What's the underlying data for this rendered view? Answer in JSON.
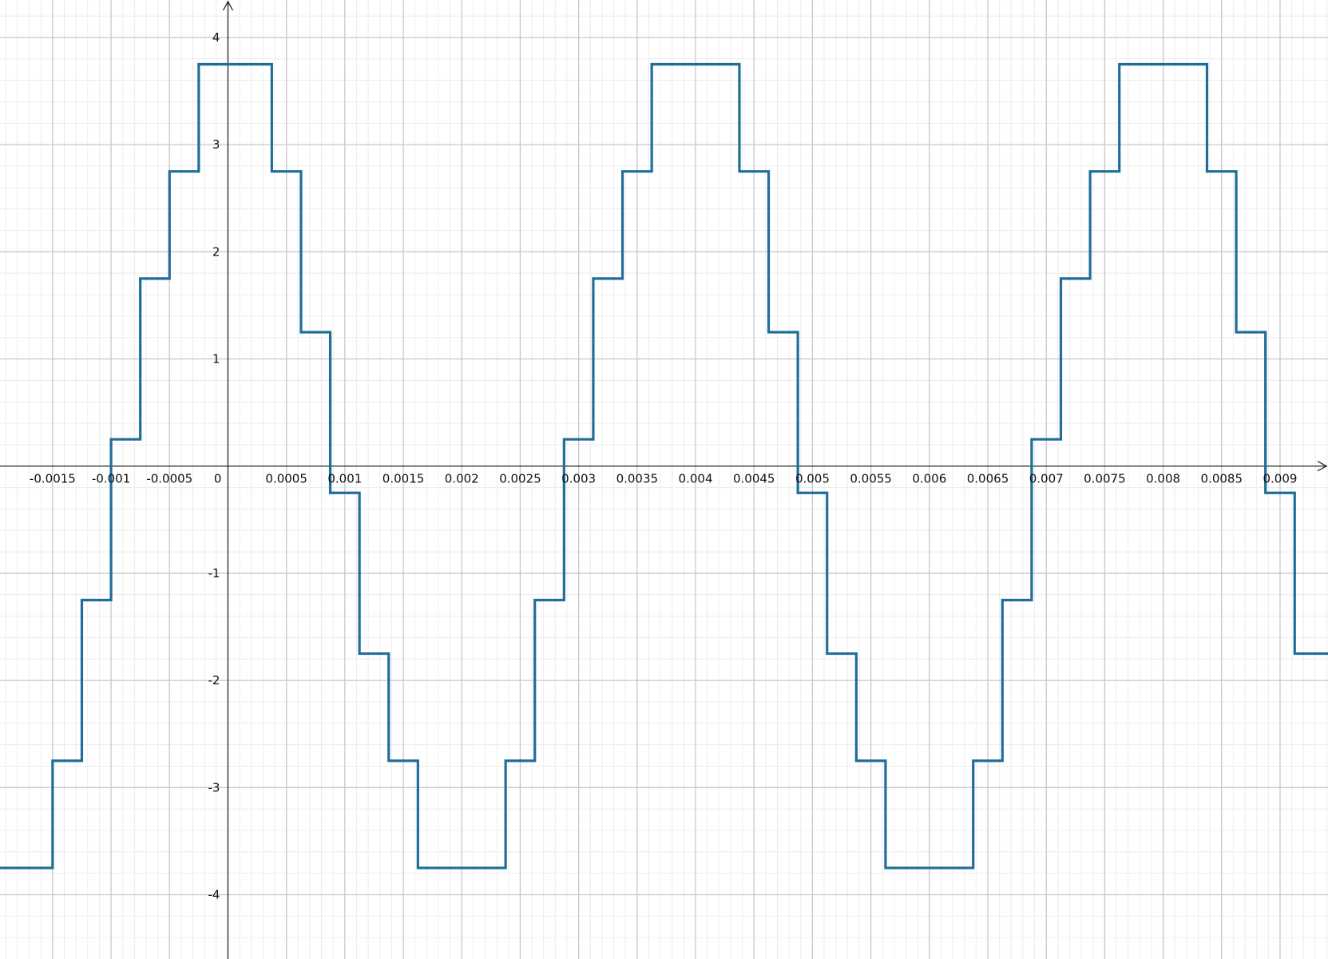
{
  "chart_data": {
    "type": "line",
    "title": "",
    "xlabel": "",
    "ylabel": "",
    "xlim": [
      -0.00195,
      0.00941
    ],
    "ylim": [
      -4.6,
      4.35
    ],
    "grid": true,
    "x_major_step": 0.0005,
    "y_major_step": 1,
    "minor_divisions": 5,
    "line_color": "#1f6e99",
    "grid_major_color": "#c8c8c8",
    "grid_minor_color": "#ececec",
    "axis_color": "#222222",
    "x_tick_labels": [
      "-0.0015",
      "-0.001",
      "-0.0005",
      "0",
      "0.0005",
      "0.001",
      "0.0015",
      "0.002",
      "0.0025",
      "0.003",
      "0.0035",
      "0.004",
      "0.0045",
      "0.005",
      "0.0055",
      "0.006",
      "0.0065",
      "0.007",
      "0.0075",
      "0.008",
      "0.0085",
      "0.009"
    ],
    "y_tick_labels": [
      "4",
      "3",
      "2",
      "1",
      "-1",
      "-2",
      "-3",
      "-4"
    ],
    "series": [
      {
        "step": "post",
        "x": [
          -0.00195,
          -0.0015,
          -0.00125,
          -0.001,
          -0.00075,
          -0.0005,
          -0.00025,
          0.000375,
          0.000625,
          0.000875,
          0.001125,
          0.001375,
          0.001625,
          0.002375,
          0.002625,
          0.002875,
          0.003125,
          0.003375,
          0.003625,
          0.004375,
          0.004625,
          0.004875,
          0.005125,
          0.005375,
          0.005625,
          0.006375,
          0.006625,
          0.006875,
          0.007125,
          0.007375,
          0.007625,
          0.008375,
          0.008625,
          0.008875,
          0.009125,
          0.00941
        ],
        "y": [
          -3.75,
          -2.75,
          -1.25,
          0.25,
          1.75,
          2.75,
          3.75,
          2.75,
          1.25,
          -0.25,
          -1.75,
          -2.75,
          -3.75,
          -2.75,
          -1.25,
          0.25,
          1.75,
          2.75,
          3.75,
          2.75,
          1.25,
          -0.25,
          -1.75,
          -2.75,
          -3.75,
          -2.75,
          -1.25,
          0.25,
          1.75,
          2.75,
          3.75,
          2.75,
          1.25,
          -0.25,
          -1.75,
          -1.75
        ]
      }
    ]
  }
}
